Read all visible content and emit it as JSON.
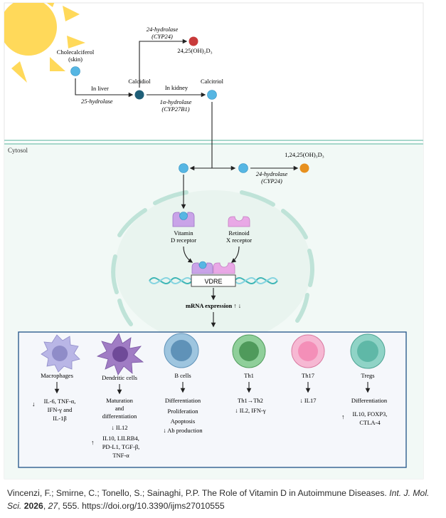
{
  "pathway": {
    "cholecalciferol": "Cholecalciferol",
    "skin": "(skin)",
    "in_liver": "In liver",
    "hydrolase_25": "25-hydrolase",
    "calcidiol": "Calcidiol",
    "in_kidney": "In kidney",
    "alpha_hydrolase": "1α-hydrolase",
    "cyp27b1": "(CYP27B1)",
    "calcitriol": "Calcitriol",
    "hydrolase_24_top": "24-hydrolase",
    "cyp24_top": "(CYP24)",
    "dihydroxy_24_25": "24,25(OH)₂D₃"
  },
  "cell": {
    "cytosol": "Cytosol",
    "trihydroxy": "1,24,25(OH)₃D₃",
    "hydrolase_24": "24-hydrolase",
    "cyp24": "(CYP24)",
    "vdr_line1": "Vitamin",
    "vdr_line2": "D receptor",
    "rxr_line1": "Retinoid",
    "rxr_line2": "X receptor",
    "vdre": "VDRE",
    "mrna": "mRNA expression ↑ ↓"
  },
  "immune_cells": [
    {
      "name": "Macrophages",
      "effect_lines": [
        "IL-6, TNF-α,",
        "IFN-γ and",
        "IL-1β"
      ],
      "arrow": "↓",
      "color": "#b9b6e6"
    },
    {
      "name": "Dendritic cells",
      "effect_lines": [
        "Maturation",
        "and",
        "differentiation"
      ],
      "extra_lines": [
        "↓ IL12",
        "IL10, LILRB4,",
        "PD-L1, TGF-β,",
        "TNF-α"
      ],
      "arrow": "↑",
      "color": "#a07cc4"
    },
    {
      "name": "B cells",
      "effect_lines": [
        "Differentiation",
        "Proliferation",
        "Apoptosis",
        "↓ Ab production"
      ],
      "color": "#9ec5df"
    },
    {
      "name": "Th1",
      "effect_lines": [
        "Th1→Th2",
        "↓ IL2, IFN-γ"
      ],
      "color": "#8fcf9a"
    },
    {
      "name": "Th17",
      "effect_lines": [
        "↓ IL17"
      ],
      "color": "#f6b8d3"
    },
    {
      "name": "Tregs",
      "effect_lines": [
        "Differentiation"
      ],
      "extra_lines": [
        "IL10, FOXP3,",
        "CTLA-4"
      ],
      "arrow": "↑",
      "color": "#8fd3c6"
    }
  ],
  "colors": {
    "sun": "#ffd95a",
    "membrane": "#c9e8e0",
    "membrane_stroke": "#a8d8cc",
    "cell_bg": "#f2f9f6",
    "panel_border": "#2f5f8f",
    "panel_bg": "#f5f7fb",
    "ligand": "#56b6e3",
    "calcidiol": "#1f5f78",
    "red_dot": "#c83a3a",
    "orange_dot": "#e7901e",
    "vdr": "#c9a3e8",
    "rxr": "#e9a8e6",
    "dna1": "#3fb6b6",
    "dna2": "#86d4e0"
  },
  "caption": {
    "authors": "Vincenzi, F.; Smirne, C.; Tonello, S.; Sainaghi, P.P. The Role of Vitamin D in Autoimmune Diseases.",
    "journal": "Int. J. Mol. Sci.",
    "year": "2026",
    "volume": "27",
    "pages": ", 555. https://doi.org/10.3390/ijms27010555"
  }
}
